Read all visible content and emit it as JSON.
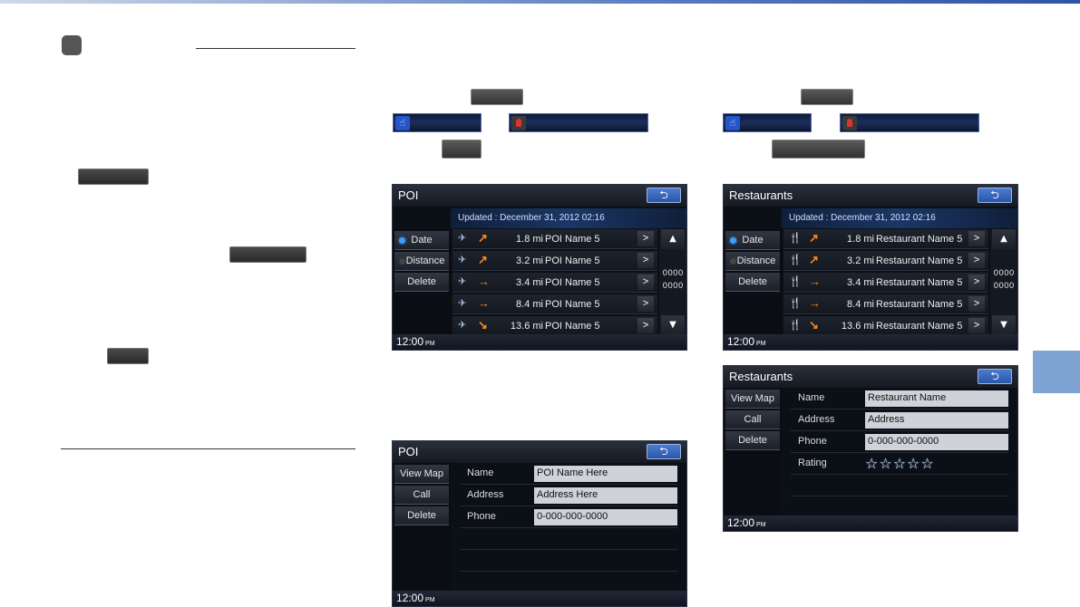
{
  "step_buttons": {
    "left_top": "",
    "right_top": "",
    "left_sub": "",
    "right_sub": ""
  },
  "screen1": {
    "title": "POI",
    "back_label": "⮌",
    "updated": "Updated : December 31, 2012  02:16",
    "menu": [
      "Date",
      "Distance",
      "Delete"
    ],
    "rows": [
      {
        "dist": "1.8 mi",
        "name": "POI Name 5",
        "dir": "↗"
      },
      {
        "dist": "3.2 mi",
        "name": "POI Name 5",
        "dir": "↗"
      },
      {
        "dist": "3.4 mi",
        "name": "POI Name 5",
        "dir": "→"
      },
      {
        "dist": "8.4 mi",
        "name": "POI Name 5",
        "dir": "→"
      },
      {
        "dist": "13.6 mi",
        "name": "POI Name 5",
        "dir": "↘"
      }
    ],
    "scroll_top": "0000",
    "scroll_bottom": "0000",
    "clock": "12:00",
    "ampm": "PM"
  },
  "screen2": {
    "title": "POI",
    "menu": [
      "View Map",
      "Call",
      "Delete"
    ],
    "fields": [
      {
        "label": "Name",
        "value": "POI Name Here"
      },
      {
        "label": "Address",
        "value": "Address Here"
      },
      {
        "label": "Phone",
        "value": "0-000-000-0000"
      }
    ],
    "clock": "12:00",
    "ampm": "PM"
  },
  "screen3": {
    "title": "Restaurants",
    "updated": "Updated : December 31, 2012  02:16",
    "menu": [
      "Date",
      "Distance",
      "Delete"
    ],
    "rows": [
      {
        "dist": "1.8 mi",
        "name": "Restaurant Name 5",
        "dir": "↗"
      },
      {
        "dist": "3.2 mi",
        "name": "Restaurant Name 5",
        "dir": "↗"
      },
      {
        "dist": "3.4 mi",
        "name": "Restaurant Name 5",
        "dir": "→"
      },
      {
        "dist": "8.4 mi",
        "name": "Restaurant Name 5",
        "dir": "→"
      },
      {
        "dist": "13.6 mi",
        "name": "Restaurant Name 5",
        "dir": "↘"
      }
    ],
    "scroll_top": "0000",
    "scroll_bottom": "0000",
    "clock": "12:00",
    "ampm": "PM"
  },
  "screen4": {
    "title": "Restaurants",
    "menu": [
      "View Map",
      "Call",
      "Delete"
    ],
    "fields": [
      {
        "label": "Name",
        "value": "Restaurant Name"
      },
      {
        "label": "Address",
        "value": "Address"
      },
      {
        "label": "Phone",
        "value": "0-000-000-0000"
      }
    ],
    "rating_label": "Rating",
    "rating_stars": "☆☆☆☆☆",
    "clock": "12:00",
    "ampm": "PM"
  },
  "colors": {
    "accent_blue": "#2b56a8",
    "side_tab": "#7fa3d3",
    "arrow_orange": "#ff8a1a"
  }
}
